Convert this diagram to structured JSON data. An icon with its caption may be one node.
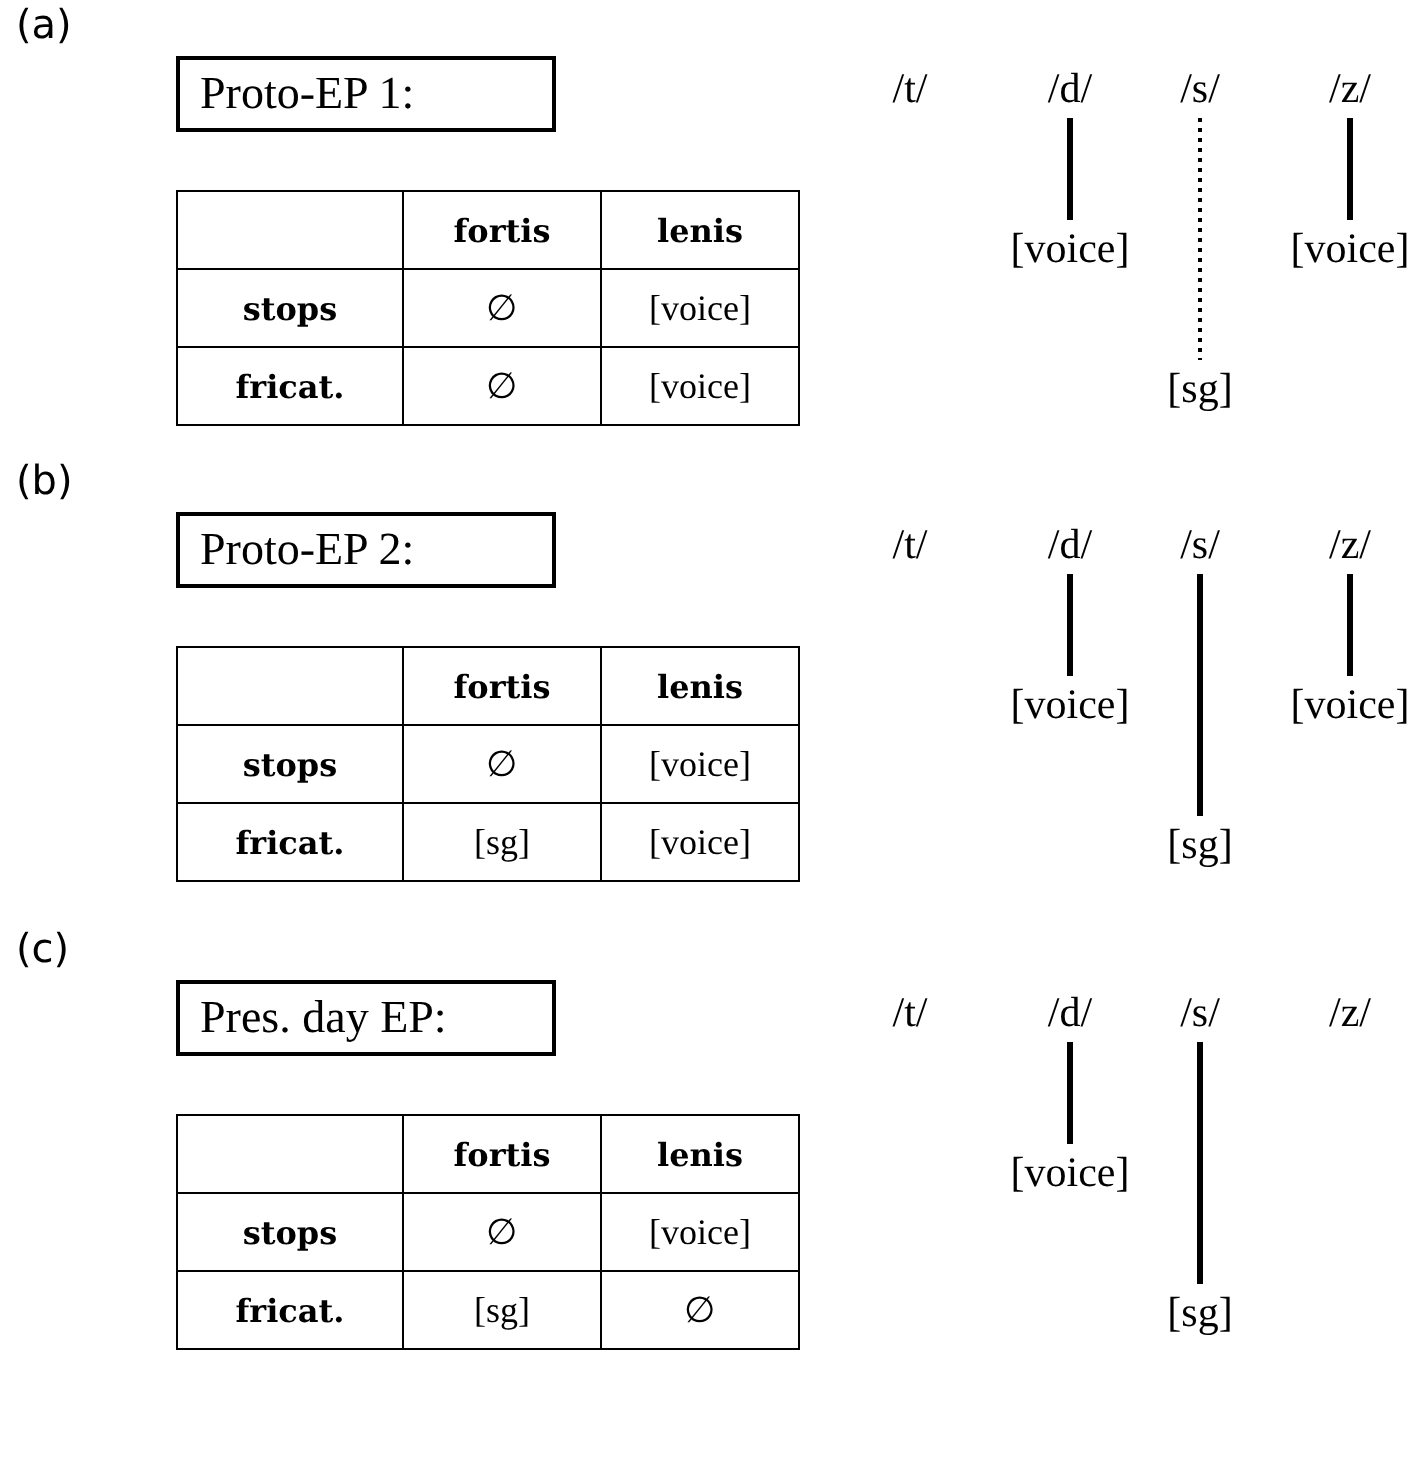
{
  "diagram": {
    "nodes": [
      {
        "text": [
          "Proto-EP 1:"
        ]
      },
      {
        "text": [
          "/t/"
        ]
      },
      {
        "text": [
          "/d/"
        ]
      },
      {
        "text": [
          "/s/"
        ]
      },
      {
        "text": [
          "/z/"
        ]
      },
      {
        "text": [
          "[voice]"
        ]
      },
      {
        "text": [
          "[voice]"
        ]
      },
      {
        "text": [
          "[sg]"
        ]
      },
      {
        "text": [
          "Proto-EP 2:"
        ]
      },
      {
        "text": [
          "/t/"
        ]
      },
      {
        "text": [
          "/d/"
        ]
      },
      {
        "text": [
          "/s/"
        ]
      },
      {
        "text": [
          "/z/"
        ]
      },
      {
        "text": [
          "[voice]"
        ]
      },
      {
        "text": [
          "[voice]"
        ]
      },
      {
        "text": [
          "[sg]"
        ]
      },
      {
        "text": [
          "Pres. day EP:"
        ]
      },
      {
        "text": [
          "/t/"
        ]
      },
      {
        "text": [
          "/d/"
        ]
      },
      {
        "text": [
          "/s/"
        ]
      },
      {
        "text": [
          "/z/"
        ]
      },
      {
        "text": [
          "[voice]"
        ]
      },
      {
        "text": [
          "[sg]"
        ]
      }
    ],
    "edges": [
      {
        "from": 2,
        "to": 5,
        "arrow": "none"
      },
      {
        "from": 3,
        "to": 7,
        "arrow": "none",
        "style": "dashed"
      },
      {
        "from": 4,
        "to": 6,
        "arrow": "none"
      },
      {
        "from": 10,
        "to": 13,
        "arrow": "none"
      },
      {
        "from": 11,
        "to": 15,
        "arrow": "none"
      },
      {
        "from": 12,
        "to": 14,
        "arrow": "none"
      },
      {
        "from": 18,
        "to": 21,
        "arrow": "none"
      },
      {
        "from": 19,
        "to": 22,
        "arrow": "none"
      }
    ],
    "labels": [
      "(a)",
      "fortis",
      "lenis",
      "stops",
      "∅",
      "[voice]",
      "fricat.",
      "∅",
      "[voice]",
      "(b)",
      "fortis",
      "lenis",
      "stops",
      "∅",
      "[voice]",
      "fricat.",
      "[sg]",
      "[voice]",
      "(c)",
      "fortis",
      "lenis",
      "stops",
      "∅",
      "[voice]",
      "fricat.",
      "[sg]",
      "∅"
    ]
  }
}
